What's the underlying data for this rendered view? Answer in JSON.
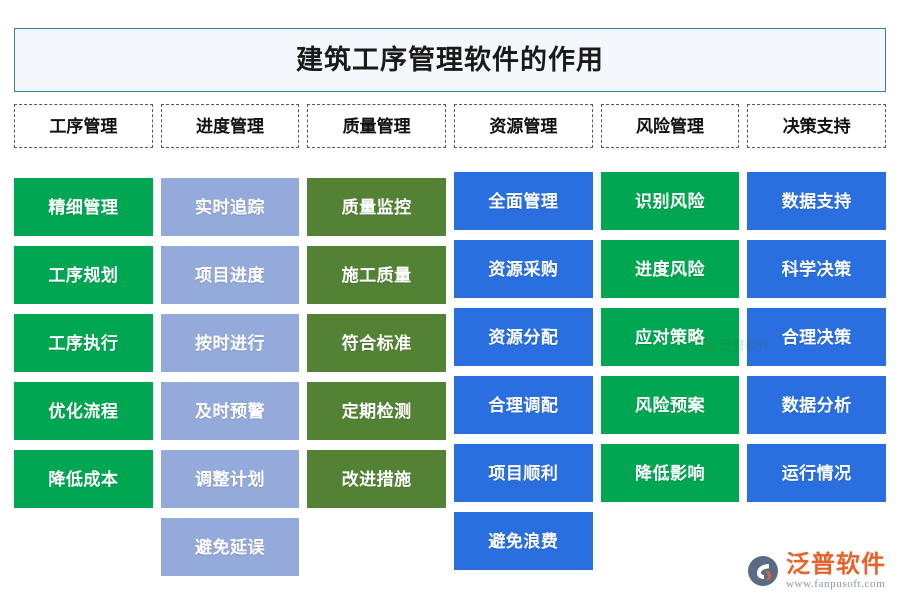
{
  "title": "建筑工序管理软件的作用",
  "colors": {
    "banner_fill": "#f3f8fc",
    "banner_border": "#3f7a92",
    "header_border": "#4d5b6b",
    "green": "#00a651",
    "light_blue": "#94aadb",
    "olive": "#548235",
    "blue": "#2a6fe0",
    "logo_orange": "#e8622a"
  },
  "headers": [
    {
      "label": "工序管理"
    },
    {
      "label": "进度管理"
    },
    {
      "label": "质量管理"
    },
    {
      "label": "资源管理"
    },
    {
      "label": "风险管理"
    },
    {
      "label": "决策支持"
    }
  ],
  "columns": [
    {
      "name": "工序管理",
      "color": "#00a651",
      "cards": [
        "精细管理",
        "工序规划",
        "工序执行",
        "优化流程",
        "降低成本"
      ]
    },
    {
      "name": "进度管理",
      "color": "#94aadb",
      "cards": [
        "实时追踪",
        "项目进度",
        "按时进行",
        "及时预警",
        "调整计划",
        "避免延误"
      ]
    },
    {
      "name": "质量管理",
      "color": "#548235",
      "cards": [
        "质量监控",
        "施工质量",
        "符合标准",
        "定期检测",
        "改进措施"
      ]
    },
    {
      "name": "资源管理",
      "color": "#2a6fe0",
      "cards": [
        "全面管理",
        "资源采购",
        "资源分配",
        "合理调配",
        "项目顺利",
        "避免浪费"
      ]
    },
    {
      "name": "风险管理",
      "color": "#00a651",
      "cards": [
        "识别风险",
        "进度风险",
        "应对策略",
        "风险预案",
        "降低影响"
      ]
    },
    {
      "name": "决策支持",
      "color": "#2a6fe0",
      "cards": [
        "数据支持",
        "科学决策",
        "合理决策",
        "数据分析",
        "运行情况"
      ]
    }
  ],
  "watermark": {
    "text": "泛普软件"
  },
  "logo": {
    "name": "泛普软件",
    "url": "www.fanpusoft.com"
  }
}
